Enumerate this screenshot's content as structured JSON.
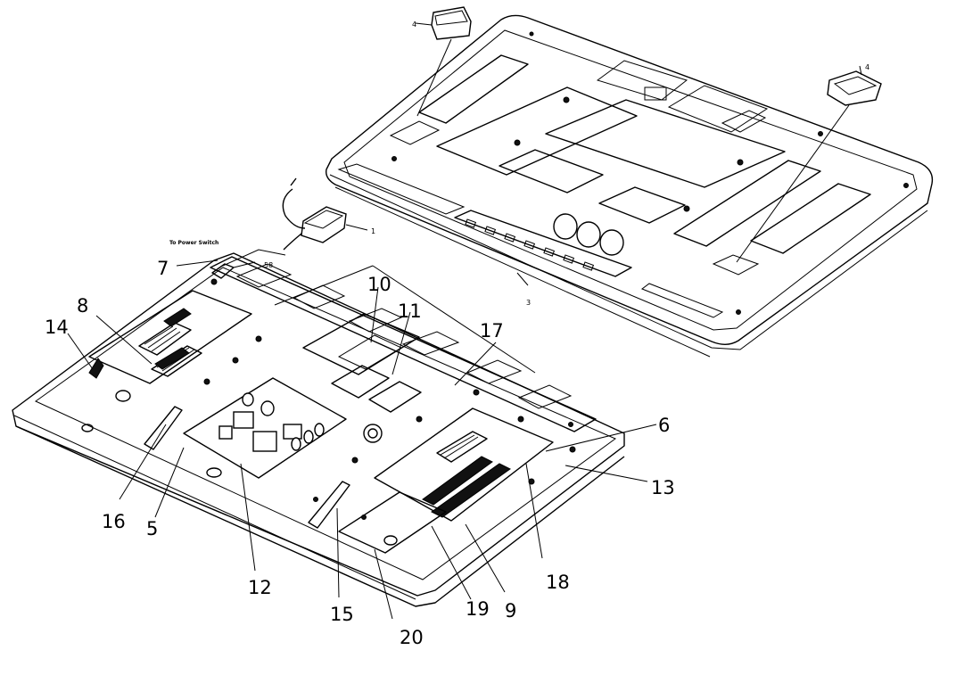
{
  "labels": {
    "l1": "1",
    "l3": "3",
    "l4a": "4",
    "l4b": "4",
    "l5": "5",
    "l6": "6",
    "l7": "7",
    "l8": "8",
    "l9": "9",
    "l10": "10",
    "l11": "11",
    "l12": "12",
    "l13": "13",
    "l14": "14",
    "l15": "15",
    "l16": "16",
    "l17": "17",
    "l18": "18",
    "l19": "19",
    "l20": "20",
    "l58": "58",
    "power_note": "To Power Switch"
  }
}
